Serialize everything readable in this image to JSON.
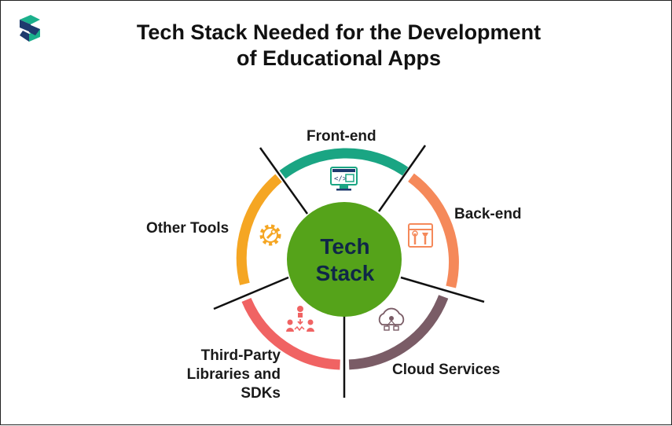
{
  "title": {
    "line1": "Tech Stack Needed for the Development",
    "line2": "of Educational Apps"
  },
  "center": {
    "line1": "Tech",
    "line2": "Stack",
    "color": "#55a31a"
  },
  "segments": [
    {
      "id": "front-end",
      "label": "Front-end",
      "color": "#1aa583",
      "icon": "code-monitor-icon"
    },
    {
      "id": "back-end",
      "label": "Back-end",
      "color": "#f5895a",
      "icon": "server-tools-icon"
    },
    {
      "id": "cloud-services",
      "label": "Cloud Services",
      "color": "#7a5c66",
      "icon": "cloud-network-icon"
    },
    {
      "id": "third-party",
      "label_lines": [
        "Third-Party",
        "Libraries and",
        "SDKs"
      ],
      "color": "#f06363",
      "icon": "people-share-icon"
    },
    {
      "id": "other-tools",
      "label": "Other Tools",
      "color": "#f5a623",
      "icon": "gear-wrench-icon"
    }
  ],
  "logo": {
    "icon": "company-logo-icon",
    "colors": [
      "#1bb08c",
      "#1e3a6e"
    ]
  }
}
